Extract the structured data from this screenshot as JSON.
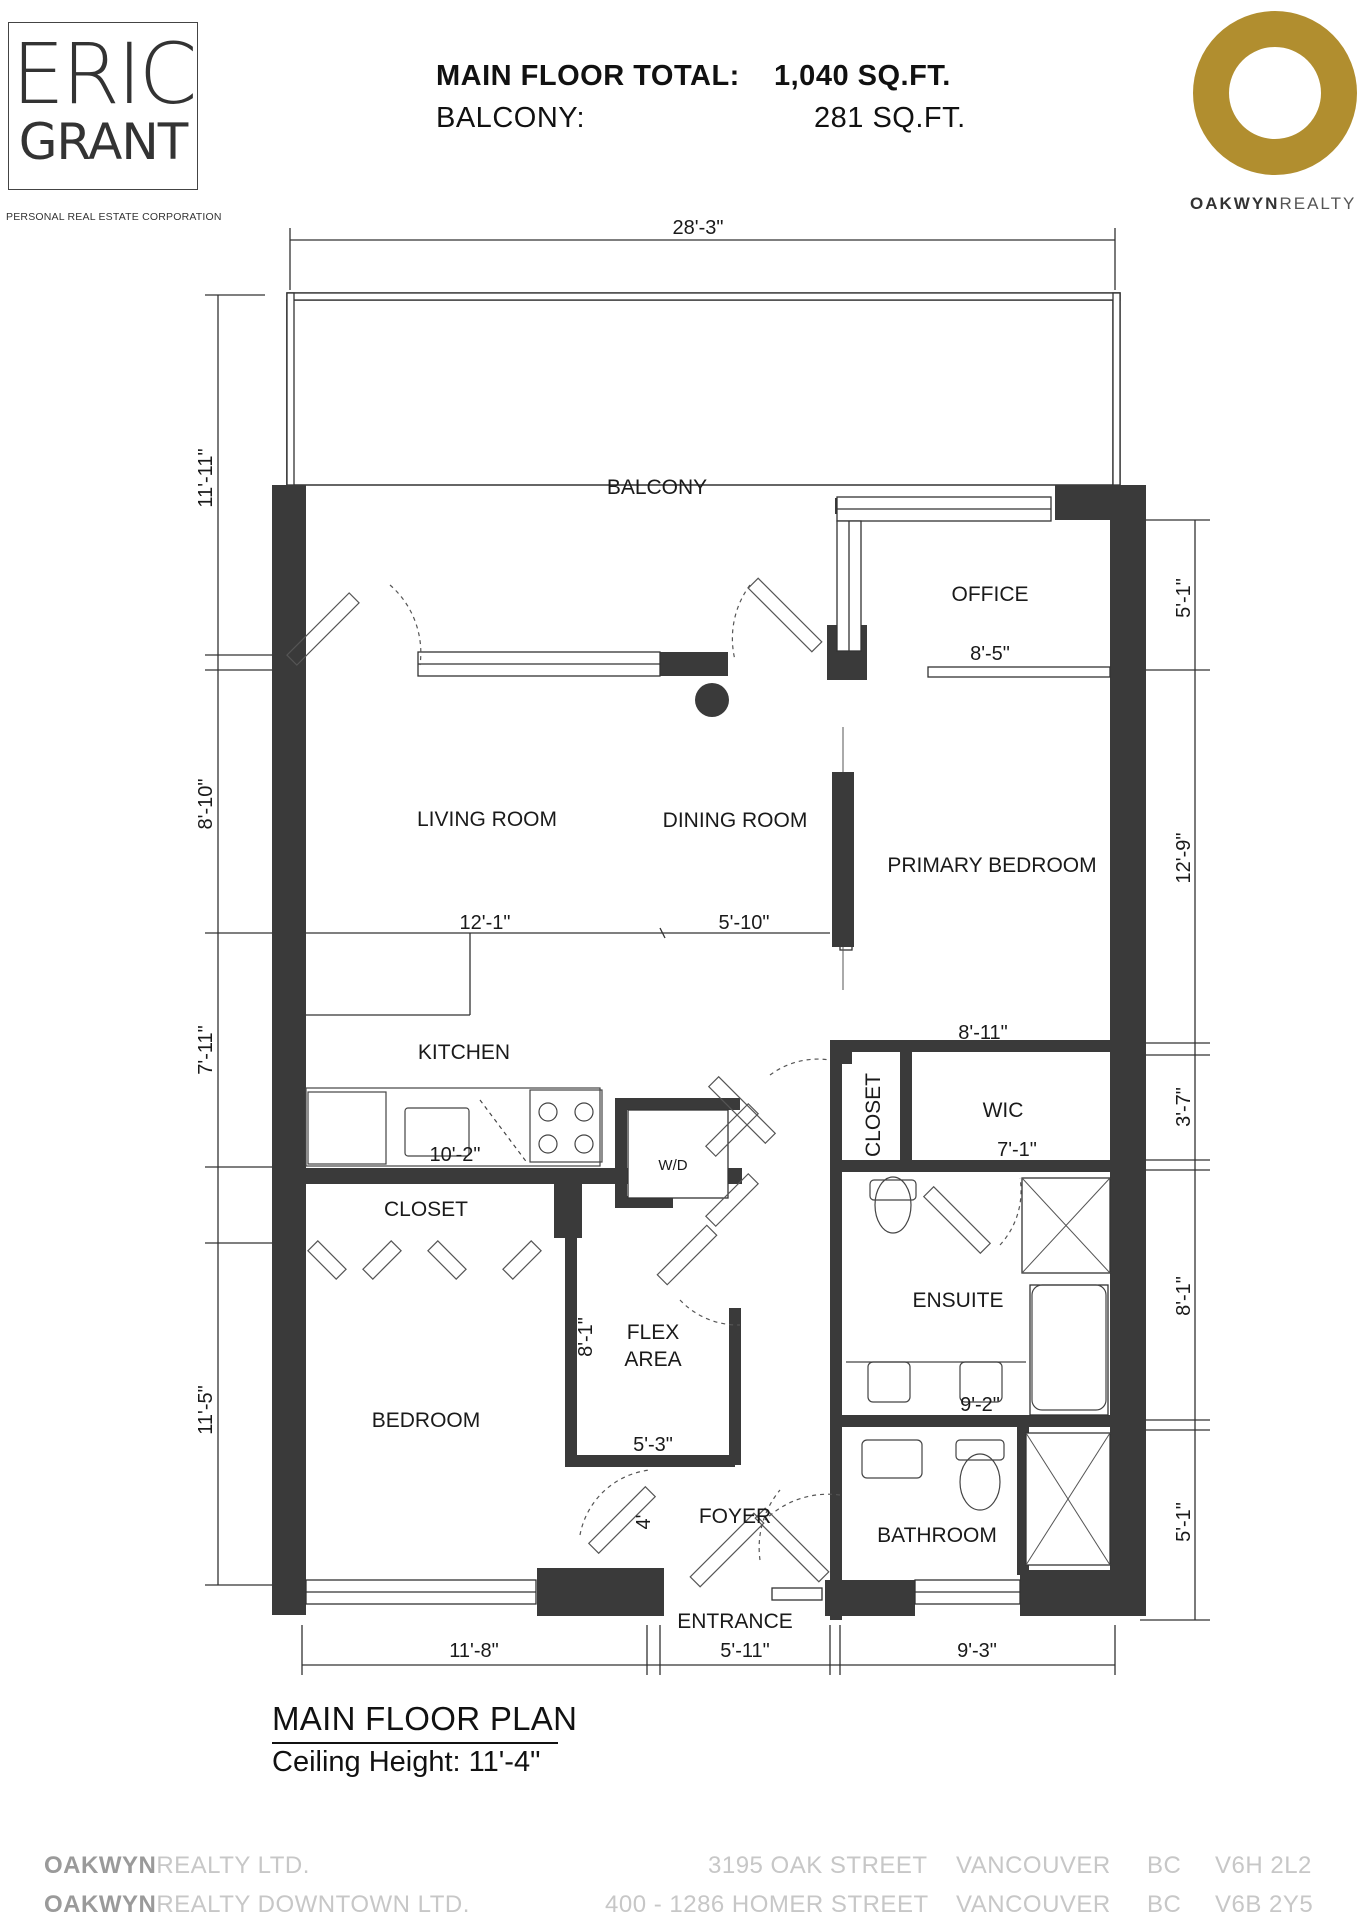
{
  "branding": {
    "agent_logo_line1": "ERIC",
    "agent_logo_line2": "GRANT",
    "agent_tagline": "PERSONAL REAL ESTATE CORPORATION",
    "brokerage_logo_bold": "OAKWYN",
    "brokerage_logo_light": "REALTY",
    "brokerage_logo_color": "#b18e2f"
  },
  "totals": {
    "main_floor_label": "MAIN FLOOR TOTAL:",
    "main_floor_value": "1,040 SQ.FT.",
    "balcony_label": "BALCONY:",
    "balcony_value": "281 SQ.FT."
  },
  "rooms": {
    "balcony": "BALCONY",
    "office": "OFFICE",
    "living_room": "LIVING ROOM",
    "dining_room": "DINING ROOM",
    "primary_bedroom": "PRIMARY BEDROOM",
    "kitchen": "KITCHEN",
    "closet_hall": "CLOSET",
    "wic": "WIC",
    "wd": "W/D",
    "closet_bedroom": "CLOSET",
    "ensuite": "ENSUITE",
    "flex_area_line1": "FLEX",
    "flex_area_line2": "AREA",
    "bedroom": "BEDROOM",
    "foyer": "FOYER",
    "bathroom": "BATHROOM",
    "entrance": "ENTRANCE"
  },
  "dimensions": {
    "overall_width": "28'-3\"",
    "balcony_depth": "11'-11\"",
    "office_depth": "5'-1\"",
    "office_width": "8'-5\"",
    "living_depth": "8'-10\"",
    "primary_depth": "12'-9\"",
    "living_width": "12'-1\"",
    "dining_width": "5'-10\"",
    "primary_width": "8'-11\"",
    "kitchen_depth": "7'-11\"",
    "wic_depth": "3'-7\"",
    "kitchen_width": "10'-2\"",
    "wic_width": "7'-1\"",
    "ensuite_depth": "8'-1\"",
    "flex_depth": "8'-1\"",
    "bedroom_depth": "11'-5\"",
    "ensuite_width": "9'-2\"",
    "flex_width": "5'-3\"",
    "bath_depth": "5'-1\"",
    "foyer_depth": "4'",
    "bottom_left": "11'-8\"",
    "bottom_mid": "5'-11\"",
    "bottom_right": "9'-3\""
  },
  "plan": {
    "title": "MAIN FLOOR PLAN",
    "ceiling": "Ceiling Height: 11'-4\""
  },
  "footer": {
    "row1_brand_bold": "OAKWYN",
    "row1_brand_light": "REALTY LTD.",
    "row1_address": "3195 OAK STREET",
    "row1_city": "VANCOUVER",
    "row1_prov": "BC",
    "row1_postal": "V6H 2L2",
    "row2_brand_bold": "OAKWYN",
    "row2_brand_light": "REALTY DOWNTOWN LTD.",
    "row2_address": "400 - 1286 HOMER STREET",
    "row2_city": "VANCOUVER",
    "row2_prov": "BC",
    "row2_postal": "V6B 2Y5"
  }
}
